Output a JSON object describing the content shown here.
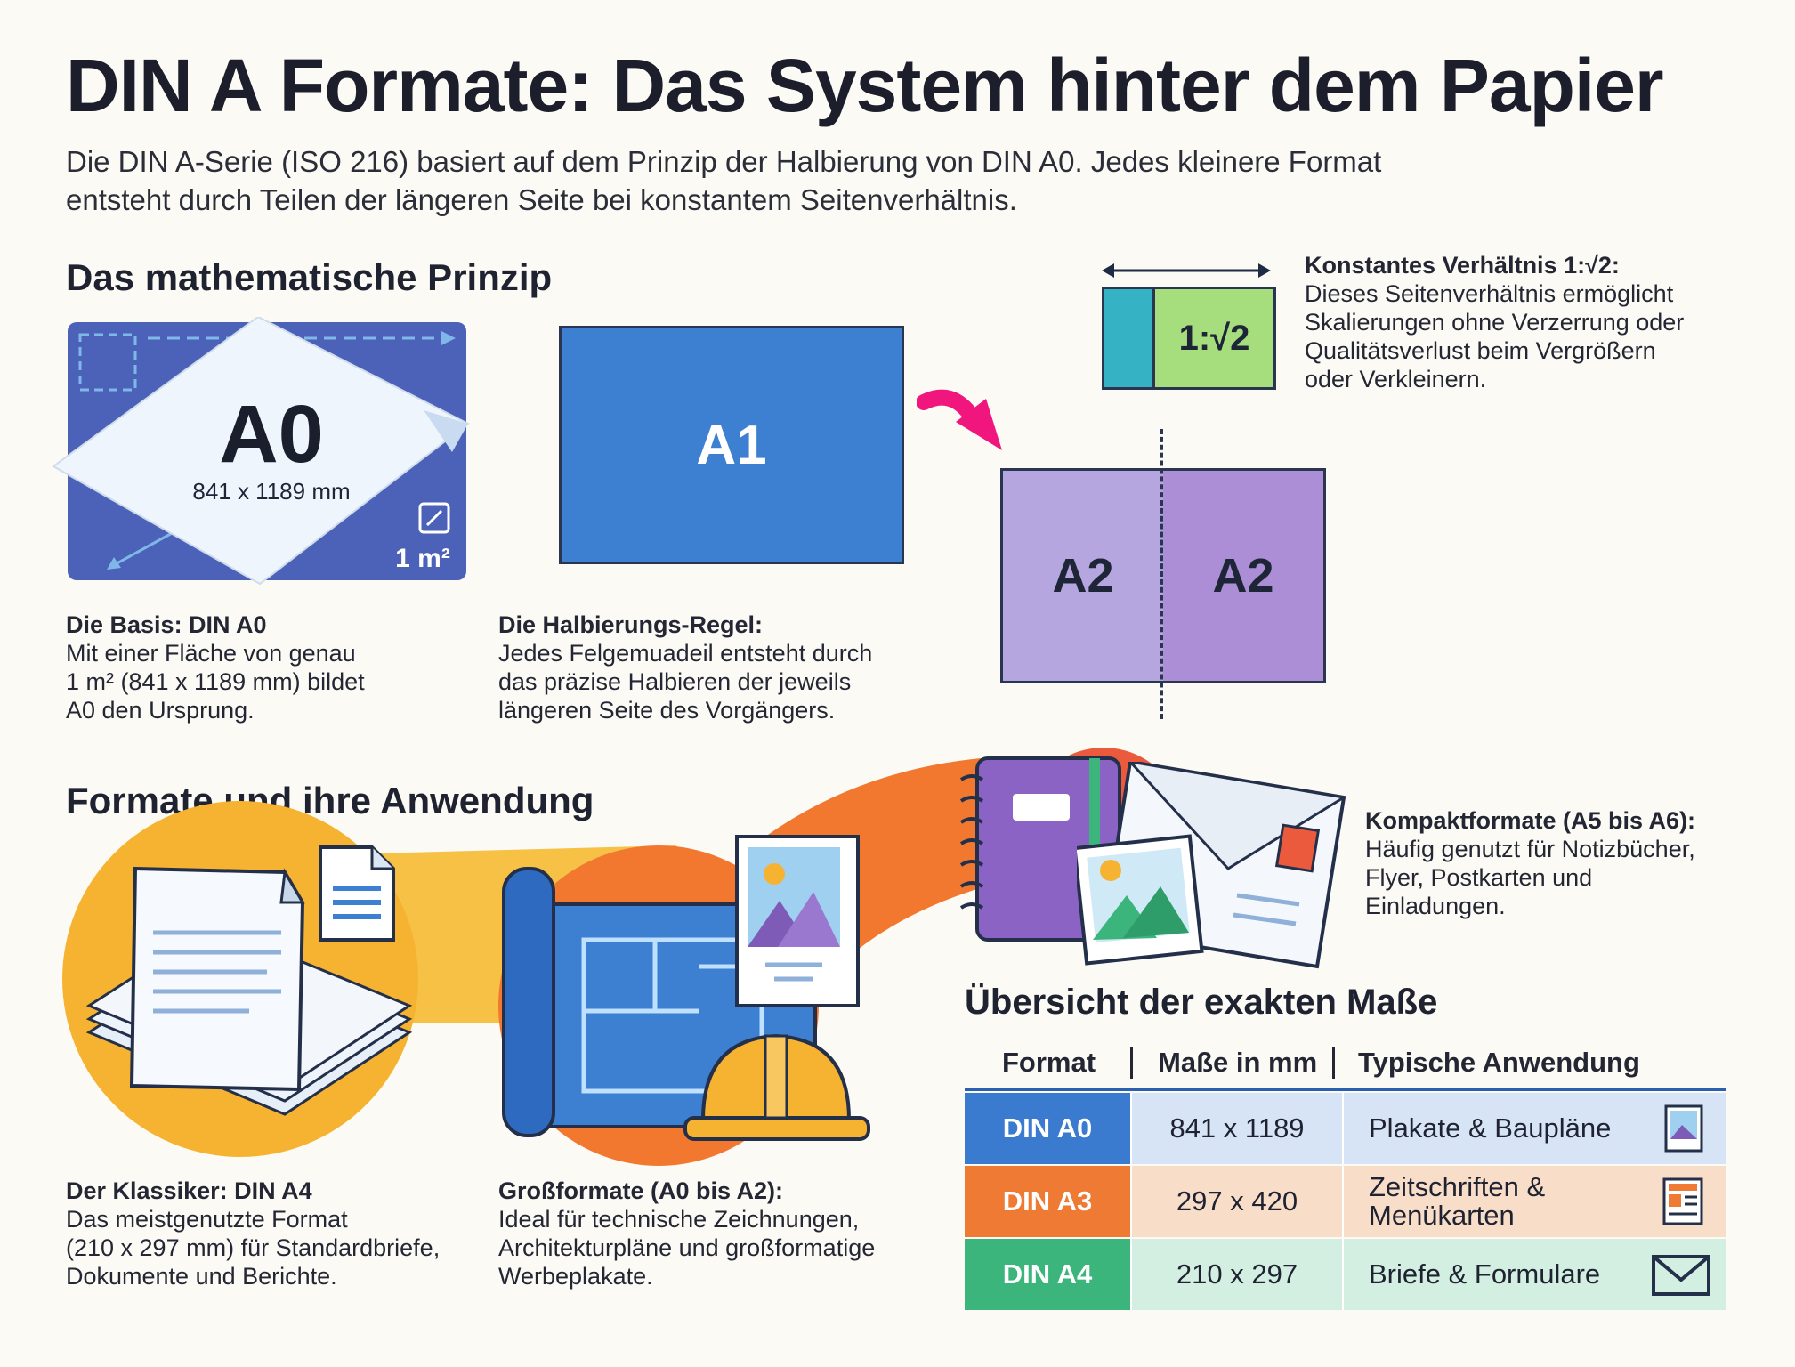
{
  "title": "DIN A Formate: Das System hinter dem Papier",
  "intro_lines": [
    "Die DIN A-Serie (ISO 216) basiert auf dem Prinzip der Halbierung von DIN A0. Jedes kleinere Format",
    "entsteht durch Teilen der längeren Seite bei konstantem Seitenverhältnis."
  ],
  "section_principle": {
    "heading": "Das mathematische Prinzip",
    "a0": {
      "label": "A0",
      "dimensions": "841 x 1189 mm",
      "area": "1 m²"
    },
    "a1": {
      "label": "A1"
    },
    "a2": {
      "left": "A2",
      "right": "A2"
    },
    "ratio_box": "1:√2",
    "ratio": {
      "title": "Konstantes Verhältnis 1:√2:",
      "lines": [
        "Dieses Seitenverhältnis ermöglicht",
        "Skalierungen ohne Verzerrung oder",
        "Qualitätsverlust beim Vergrößern",
        "oder Verkleinern."
      ]
    },
    "basis": {
      "title": "Die Basis: DIN A0",
      "lines": [
        "Mit einer Fläche von genau",
        "1 m² (841 x 1189 mm) bildet",
        "A0 den Ursprung."
      ]
    },
    "halving": {
      "title": "Die Halbierungs-Regel:",
      "lines": [
        "Jedes Felgemuadeil entsteht durch",
        "das präzise Halbieren der jeweils",
        "längeren Seite des Vorgängers."
      ]
    }
  },
  "section_formats": {
    "heading": "Formate und ihre Anwendung",
    "a4": {
      "title": "Der Klassiker: DIN A4",
      "lines": [
        "Das meistgenutzte Format",
        "(210 x 297 mm) für Standardbriefe,",
        "Dokumente und Berichte."
      ]
    },
    "large": {
      "title": "Großformate (A0 bis A2):",
      "lines": [
        "Ideal für technische Zeichnungen,",
        "Architekturpläne und großformatige",
        "Werbeplakate."
      ]
    },
    "compact": {
      "title": "Kompaktformate (A5 bis A6):",
      "lines": [
        "Häufig genutzt für Notizbücher,",
        "Flyer, Postkarten und",
        "Einladungen."
      ]
    }
  },
  "table": {
    "heading": "Übersicht der exakten Maße",
    "columns": [
      "Format",
      "Maße in mm",
      "Typische Anwendung"
    ],
    "rows": [
      {
        "format": "DIN A0",
        "size": "841 x 1189",
        "use": [
          "Plakate & Baupläne"
        ],
        "icon": "poster-icon",
        "color": "#3a7bd0",
        "bg": "#d6e4f5"
      },
      {
        "format": "DIN A3",
        "size": "297 x 420",
        "use": [
          "Zeitschriften &",
          "Menükarten"
        ],
        "icon": "magazine-icon",
        "color": "#ee7a33",
        "bg": "#f8ddc9"
      },
      {
        "format": "DIN A4",
        "size": "210 x 297",
        "use": [
          "Briefe & Formulare"
        ],
        "icon": "envelope-icon",
        "color": "#3bb57c",
        "bg": "#d3efe1"
      }
    ]
  },
  "colors": {
    "a0_blue": "#4c62b8",
    "a1_blue": "#3d7fd1",
    "a2_lilac": "#b5a6df",
    "a2_purple": "#ab8ed6",
    "accent_pink": "#f0167d",
    "ratio_teal": "#35b3c4",
    "ratio_green": "#a6de7d",
    "warm_yellow": "#f6b331",
    "warm_orange": "#f1782e"
  }
}
